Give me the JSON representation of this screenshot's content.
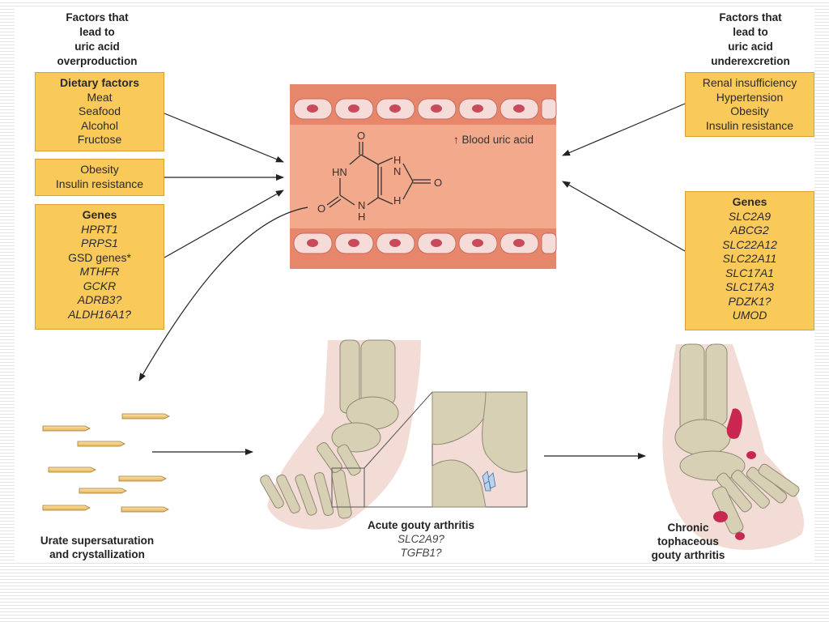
{
  "left_heading": [
    "Factors that",
    "lead to",
    "uric acid",
    "overproduction"
  ],
  "right_heading": [
    "Factors that",
    "lead to",
    "uric acid",
    "underexcretion"
  ],
  "dietary_box": {
    "title": "Dietary factors",
    "items": [
      "Meat",
      "Seafood",
      "Alcohol",
      "Fructose"
    ]
  },
  "obesity_box": {
    "items": [
      "Obesity",
      "Insulin resistance"
    ]
  },
  "left_genes_box": {
    "title": "Genes",
    "items": [
      "HPRT1",
      "PRPS1",
      "GSD genes*",
      "MTHFR",
      "GCKR",
      "ADRB3?",
      "ALDH16A1?"
    ]
  },
  "renal_box": {
    "items": [
      "Renal insufficiency",
      "Hypertension",
      "Obesity",
      "Insulin resistance"
    ]
  },
  "right_genes_box": {
    "title": "Genes",
    "items": [
      "SLC2A9",
      "ABCG2",
      "SLC22A12",
      "SLC22A11",
      "SLC17A1",
      "SLC17A3",
      "PDZK1?",
      "UMOD"
    ]
  },
  "vessel": {
    "label": "↑ Blood uric acid"
  },
  "uric_acid_atoms": {
    "o1": "O",
    "o2": "O",
    "o3": "O",
    "nh1": "HN",
    "nh2": "N",
    "nh3": "N",
    "h1": "H",
    "h2": "H",
    "h3": "H"
  },
  "captions": {
    "crystals": [
      "Urate supersaturation",
      "and crystallization"
    ],
    "acute_title": "Acute gouty arthritis",
    "acute_genes": [
      "SLC2A9?",
      "TGFB1?"
    ],
    "chronic": [
      "Chronic",
      "tophaceous",
      "gouty arthritis"
    ]
  },
  "colors": {
    "box_fill": "#f9c95a",
    "vessel_fill": "#f2a98c",
    "vessel_wall": "#e6866a",
    "cell_nucleus": "#c94a5a",
    "bone": "#d8d0b4",
    "tophus": "#c8284f"
  }
}
